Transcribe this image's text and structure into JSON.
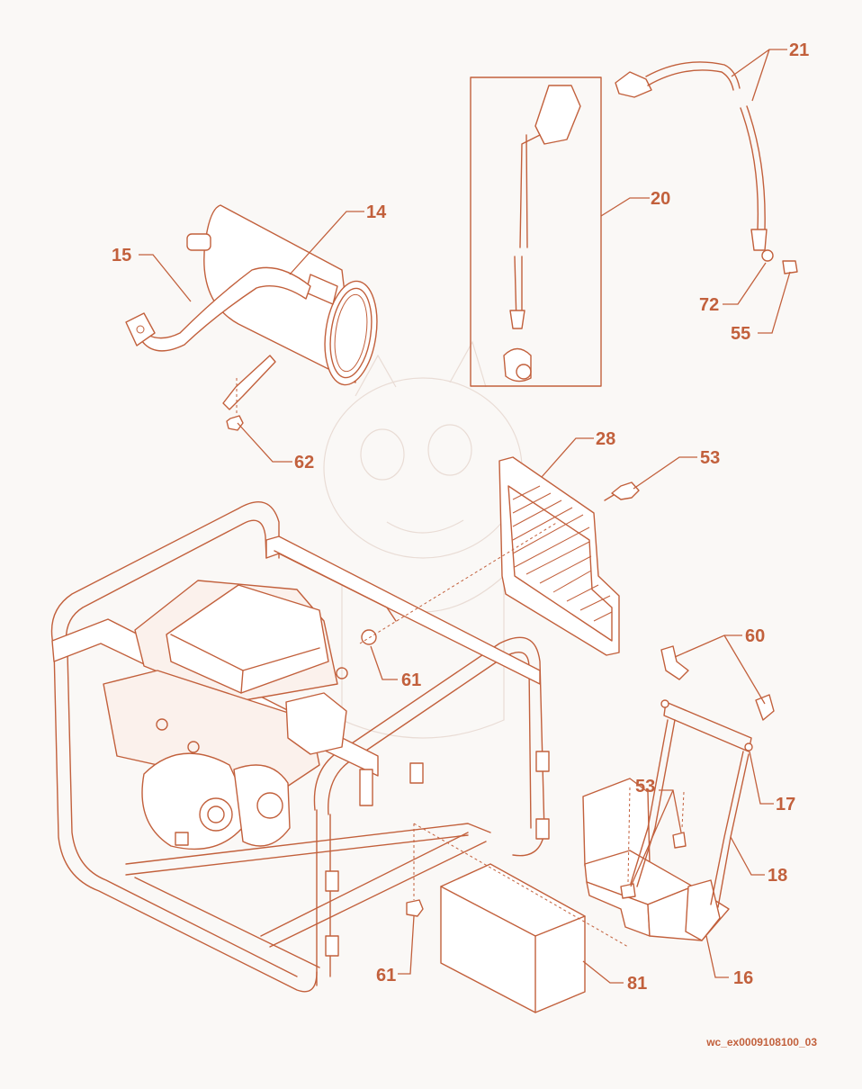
{
  "diagram": {
    "callouts": {
      "c14": "14",
      "c15": "15",
      "c16": "16",
      "c17": "17",
      "c18": "18",
      "c20": "20",
      "c21": "21",
      "c28": "28",
      "c53a": "53",
      "c53b": "53",
      "c55": "55",
      "c60": "60",
      "c61a": "61",
      "c61b": "61",
      "c62": "62",
      "c72": "72",
      "c81": "81"
    },
    "drawing_code": "wc_ex0009108100_03",
    "line_color": "#c2603c",
    "background_color": "#faf8f6"
  }
}
